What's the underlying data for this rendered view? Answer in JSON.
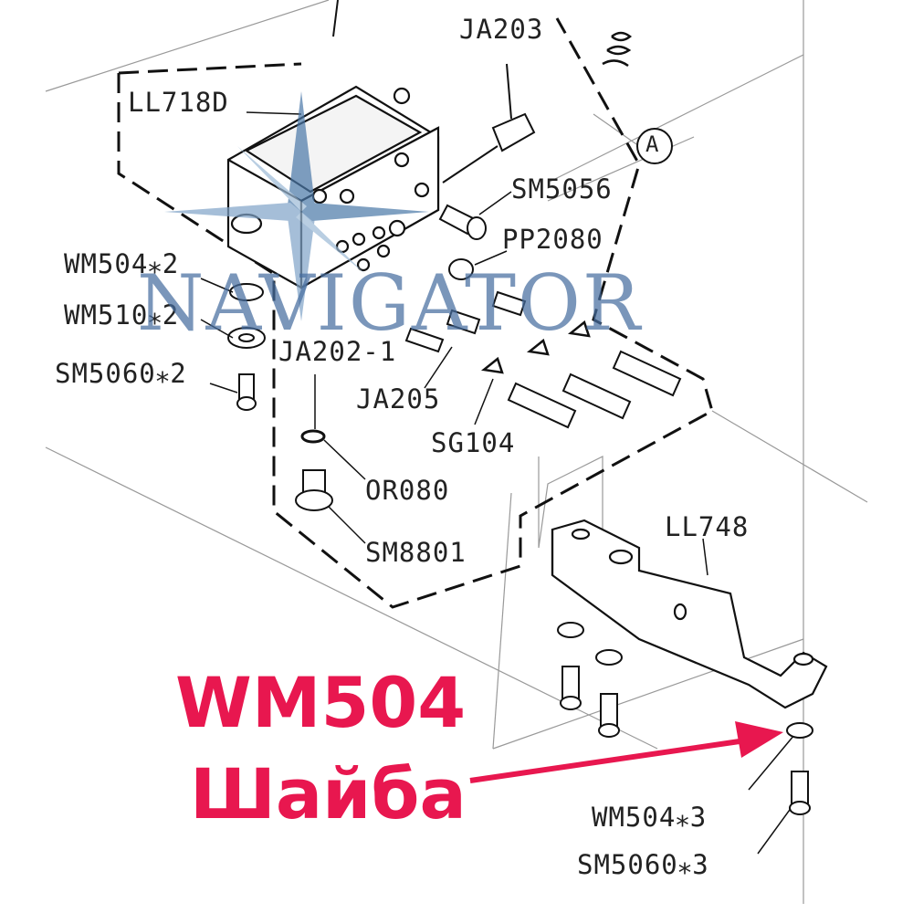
{
  "brand": {
    "name": "NAVIGATOR",
    "color": "#4a78a8"
  },
  "labels": {
    "ja203": "JA203",
    "ll718d": "LL718D",
    "a_callout": "A",
    "sm5056": "SM5056",
    "pp2080": "PP2080",
    "wm504x2": "WM504⁎2",
    "wm510x2": "WM510⁎2",
    "sm5060x2": "SM5060⁎2",
    "ja202_1": "JA202-1",
    "ja205": "JA205",
    "sg104": "SG104",
    "or080": "OR080",
    "sm8801": "SM8801",
    "ll748": "LL748",
    "wm504x3": "WM504⁎3",
    "sm5060x3": "SM5060⁎3"
  },
  "caption": {
    "part": "WM504",
    "name": "Шайба",
    "color": "#e8174f"
  }
}
